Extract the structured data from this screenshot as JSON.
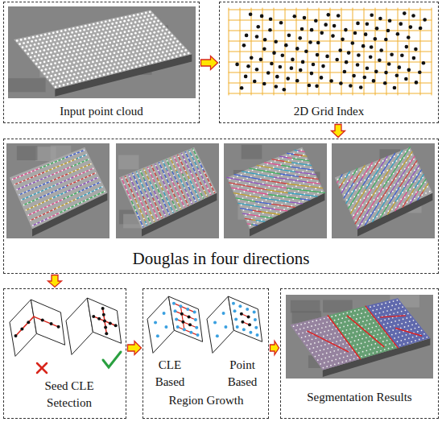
{
  "diagram": {
    "nodes": [
      {
        "text": [
          "Input point cloud"
        ]
      },
      {
        "text": [
          "2D Grid Index"
        ]
      },
      {
        "text": [
          "Douglas in four directions"
        ]
      },
      {
        "text": [
          "Seed CLE Setection"
        ]
      },
      {
        "text": [
          "CLE Based",
          "Point Based",
          "Region Growth"
        ]
      },
      {
        "text": [
          "Segmentation Results"
        ]
      }
    ],
    "edges": [
      {
        "from": 0,
        "to": 1,
        "arrow": "to"
      },
      {
        "from": 1,
        "to": 2,
        "arrow": "to"
      },
      {
        "from": 2,
        "to": 3,
        "arrow": "to"
      },
      {
        "from": 3,
        "to": 4,
        "arrow": "to"
      },
      {
        "from": 4,
        "to": 5,
        "arrow": "to"
      }
    ]
  }
}
